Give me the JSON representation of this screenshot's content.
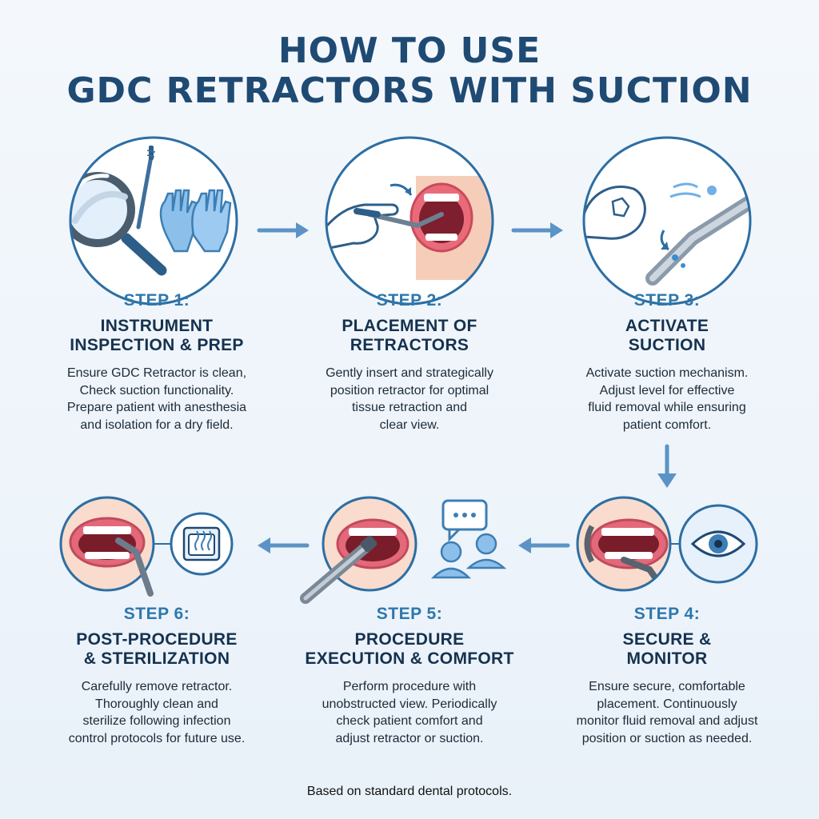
{
  "title": {
    "line1": "HOW TO USE",
    "line2": "GDC RETRACTORS WITH SUCTION"
  },
  "colors": {
    "title": "#1f4a73",
    "step_label": "#2e78ad",
    "step_title": "#15324f",
    "circle_stroke": "#2d6ea3",
    "arrow": "#5b93c6",
    "glove": "#8cc0ea"
  },
  "steps": [
    {
      "label": "STEP 1:",
      "title_line1": "INSTRUMENT",
      "title_line2": "INSPECTION & PREP",
      "desc": [
        "Ensure GDC Retractor is clean,",
        "Check suction functionality.",
        "Prepare patient with anesthesia",
        "and isolation for a dry field."
      ],
      "icons": [
        "magnifier-icon",
        "dental-probe-icon",
        "gloves-icon"
      ]
    },
    {
      "label": "STEP 2:",
      "title_line1": "PLACEMENT OF",
      "title_line2": "RETRACTORS",
      "desc": [
        "Gently insert and strategically",
        "position retractor for optimal",
        "tissue retraction and",
        "clear view."
      ],
      "icons": [
        "gloved-hand-icon",
        "retractor-icon",
        "open-mouth-icon"
      ]
    },
    {
      "label": "STEP 3:",
      "title_line1": "ACTIVATE",
      "title_line2": "SUCTION",
      "desc": [
        "Activate suction mechanism.",
        "Adjust level for effective",
        "fluid removal while ensuring",
        "patient comfort."
      ],
      "icons": [
        "gloved-hand-icon",
        "suction-tip-icon",
        "airflow-icon"
      ]
    },
    {
      "label": "STEP 4:",
      "title_line1": "SECURE &",
      "title_line2": "MONITOR",
      "desc": [
        "Ensure secure, comfortable",
        "placement. Continuously",
        "monitor fluid removal and adjust",
        "position or suction as needed."
      ],
      "icons": [
        "mouth-retractor-icon",
        "eye-icon"
      ]
    },
    {
      "label": "STEP 5:",
      "title_line1": "PROCEDURE",
      "title_line2": "EXECUTION & COMFORT",
      "desc": [
        "Perform procedure with",
        "unobstructed view. Periodically",
        "check patient comfort and",
        "adjust retractor or suction."
      ],
      "icons": [
        "mouth-handpiece-icon",
        "chat-bubble-icon",
        "people-icon"
      ]
    },
    {
      "label": "STEP 6:",
      "title_line1": "POST-PROCEDURE",
      "title_line2": "& STERILIZATION",
      "desc": [
        "Carefully remove retractor.",
        "Thoroughly clean and",
        "sterilize following infection",
        "control protocols for future use."
      ],
      "icons": [
        "mouth-instrument-icon",
        "sterilizer-icon"
      ]
    }
  ],
  "footer": "Based on standard dental protocols."
}
